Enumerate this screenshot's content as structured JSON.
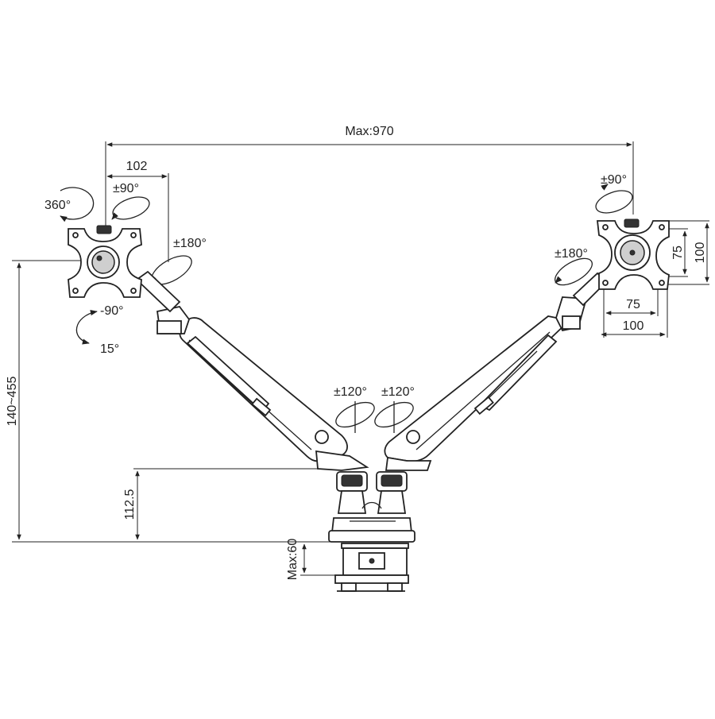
{
  "dimensions": {
    "max_width": "Max:970",
    "arm_offset": "102",
    "height_range": "140~455",
    "pole_height": "112.5",
    "clamp_max": "Max:60",
    "vesa_75_horizontal": "75",
    "vesa_100_horizontal": "100",
    "vesa_75_vertical": "75",
    "vesa_100_vertical": "100"
  },
  "angles": {
    "rotation_360": "360°",
    "left_swivel": "±90°",
    "left_arm_rotate": "±180°",
    "tilt_down": "-90°",
    "tilt_up": "15°",
    "right_swivel": "±90°",
    "right_arm_rotate": "±180°",
    "left_base_rotate": "±120°",
    "right_base_rotate": "±120°"
  },
  "colors": {
    "line": "#222222",
    "background": "#ffffff"
  }
}
